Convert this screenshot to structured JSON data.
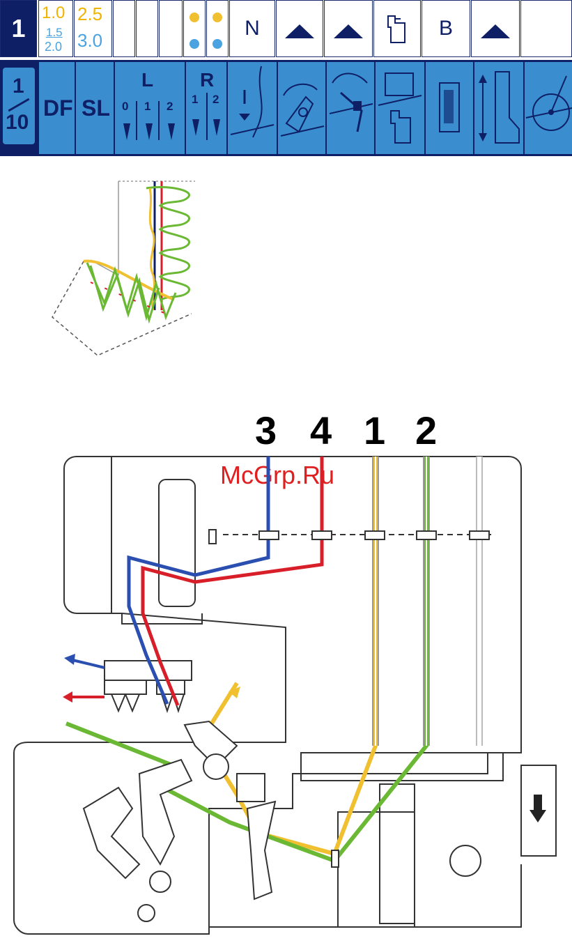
{
  "top_bar": {
    "stitch_number": "1",
    "length_yellow_1": "1.0",
    "length_blue_1": "1.5",
    "length_blue_2": "2.0",
    "length_yellow_2": "2.5",
    "length_blue_3": "3.0",
    "needle_plate_label": "N",
    "presser_label": "B"
  },
  "settings_bar": {
    "fraction_top": "1",
    "fraction_bottom": "10",
    "df_label": "DF",
    "sl_label": "SL",
    "left_needle_label": "L",
    "left_positions": [
      "0",
      "1",
      "2"
    ],
    "right_needle_label": "R",
    "right_positions": [
      "1",
      "2"
    ]
  },
  "threading": {
    "watermark": "McGrp.Ru",
    "thread_numbers": [
      "3",
      "4",
      "1",
      "2"
    ],
    "colors": {
      "navy": "#0e1f66",
      "blue_thread": "#2a4fb0",
      "red_thread": "#d81e28",
      "yellow_thread": "#f0c030",
      "green_thread": "#6ab833"
    }
  }
}
